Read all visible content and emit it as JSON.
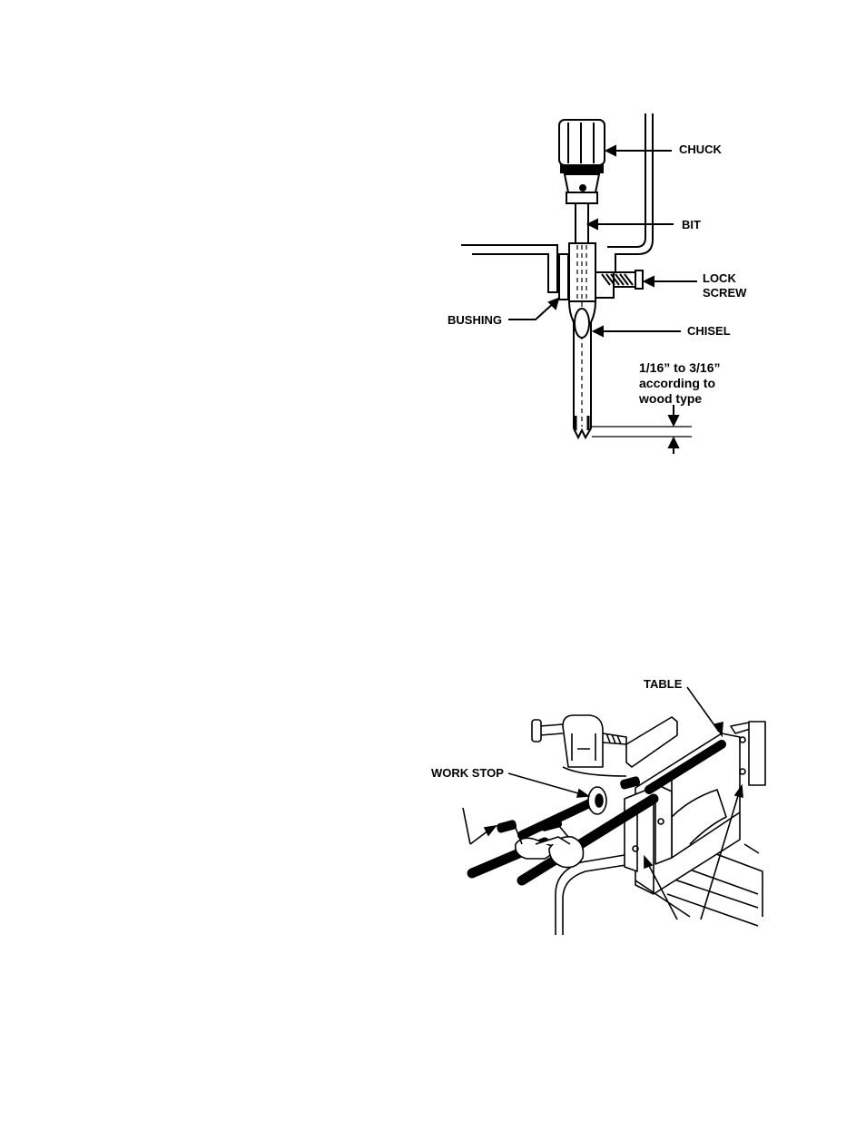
{
  "figure1": {
    "labels": {
      "chuck": "CHUCK",
      "bit": "BIT",
      "lock_screw": "LOCK\nSCREW",
      "bushing": "BUSHING",
      "chisel": "CHISEL",
      "gap_note": "1/16” to 3/16”\naccording to\nwood type"
    }
  },
  "figure2": {
    "labels": {
      "table": "TABLE",
      "work_stop": "WORK STOP"
    }
  }
}
